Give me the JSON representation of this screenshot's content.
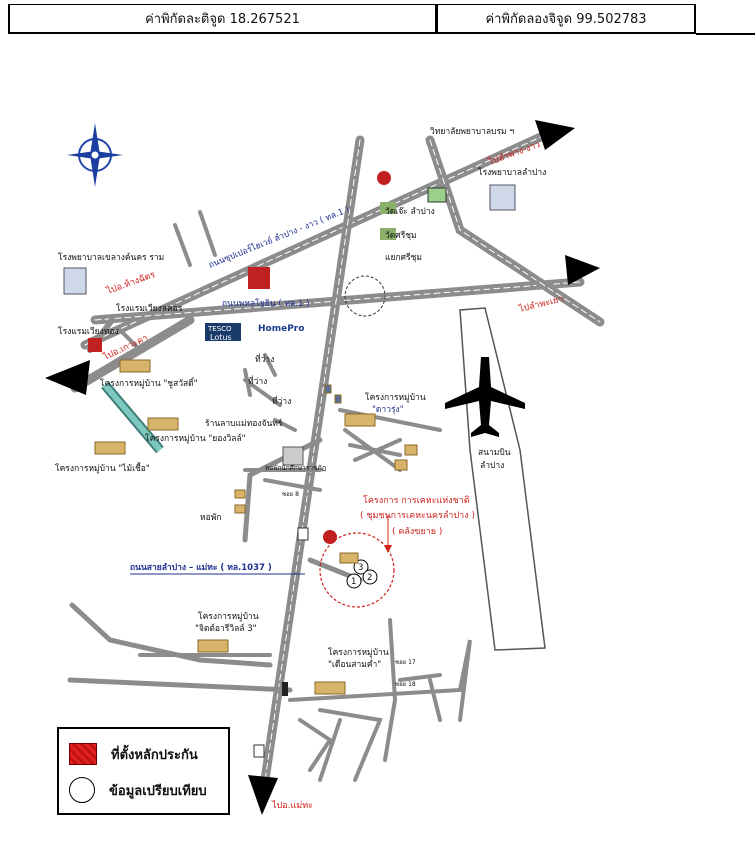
{
  "header": {
    "latitude": "ค่าพิกัดละติจูด 18.267521",
    "longitude": "ค่าพิกัดลองจิจูด 99.502783"
  },
  "labels": {
    "college": "วิทยาลัยพยาบาลบรม ฯ",
    "hospital_lampang": "โรงพยาบาลลำปาง",
    "to_chiangrai": "ไปลำพาง-งาว",
    "to_phayao": "ไปลำพะเยา",
    "wat_chedi": "วัดเจ๊ะ ลำปาง",
    "wat_sichum": "วัดศรีชุม",
    "sichum_intersection": "แยกศรีชุม",
    "bypass_road": "ถนนซุปเปอร์ไฮเวย์ ลำปาง - งาว ( ทล.1 )",
    "phahon_road": "ถนนพหลโยธิน ( ทล.1 )",
    "hospital_khelang": "โรงพยาบาลเขลางค์นคร ราม",
    "to_ko_kha": "ไปอ.เกาะคา",
    "hotel_wiang_lakon": "โรงแรมเวียงลคอร",
    "hotel_wiang_thong": "โรงแรมเวียงทอง",
    "to_hangchat": "ไปอ.ห้างฉัตร",
    "tesco_top": "TESCO",
    "tesco_bottom": "Lotus",
    "homepro": "HomePro",
    "village_chusawat": "โครงการหมู่บ้าน \"ชูสวัสดิ์\"",
    "vacant_1": "ที่ว่าง",
    "vacant_2": "ที่ว่าง",
    "vacant_3": "ที่ว่าง",
    "village_daorung": "โครงการหมู่บ้าน",
    "village_daorung_name": "\"ดาวรุ่ง\"",
    "shop_maechan": "ร้านลาบแม่ทองจันทร์",
    "village_yong": "โครงการหมู่บ้าน \"ยองวิลล์\"",
    "village_maichue": "โครงการหมู่บ้าน \"ไม้เชื้อ\"",
    "shops_area": "หอพักนักศึกษาราชภัฏ",
    "soi": "ซอย",
    "dorm": "หอพัก",
    "project_title": "โครงการ การเคหะแห่งชาติ",
    "project_sub": "( ชุมชนการเคหะนครลำปาง )",
    "project_note": "( คลังขยาย )",
    "road_1037": "ถนนสายลำปาง – แม่ทะ ( ทล.1037 )",
    "village_chitra": "โครงการหมู่บ้าน",
    "village_chitra_name": "\"จิตต์อารีวิลล์ 3\"",
    "village_duean": "โครงการหมู่บ้าน",
    "village_duean_name": "\"เดือนสามค่ำ\"",
    "airport": "สนามบิน",
    "airport2": "ลำปาง",
    "to_maetha": "ไปอ.แม่ทะ",
    "to_lampang_east": "ไปลำพะเยา",
    "marker_1": "1",
    "marker_2": "2",
    "marker_3": "3",
    "soi_17": "ซอย 17",
    "soi_18": "ซอย 18",
    "rd_8": "ซอย 8"
  },
  "legend": {
    "collateral": "ที่ตั้งหลักประกัน",
    "comparison": "ข้อมูลเปรียบเทียบ"
  },
  "colors": {
    "road": "#909090",
    "road_center": "#ffffff",
    "arrow": "#000000",
    "red_text": "#d0201a",
    "blue_text": "#1d2f8f",
    "canal": "#6fb8b0"
  },
  "icons": [
    "compass-icon",
    "airplane-icon",
    "hospital-icon",
    "temple-icon",
    "fuel-station-icon",
    "traffic-light-icon",
    "house-icon"
  ]
}
